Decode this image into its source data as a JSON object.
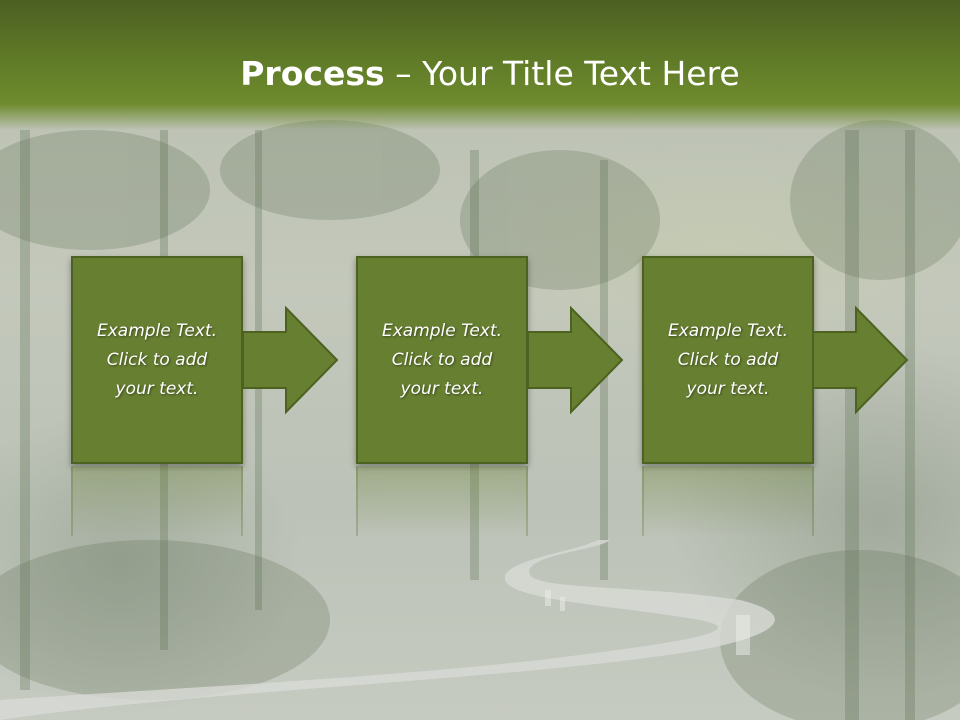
{
  "slide": {
    "title_bold": "Process",
    "title_rest": " – Your Title Text Here"
  },
  "steps": [
    {
      "text": "Example Text.\nClick  to add\nyour text."
    },
    {
      "text": "Example Text.\nClick  to add\nyour text."
    },
    {
      "text": "Example Text.\nClick  to add\nyour text."
    }
  ],
  "colors": {
    "header_green": "#5f7a27",
    "box_green": "#677f31",
    "box_border": "#4d6220",
    "background": "#c3c8bb"
  },
  "icons": [
    "right-arrow-icon",
    "right-arrow-icon",
    "right-arrow-icon"
  ]
}
